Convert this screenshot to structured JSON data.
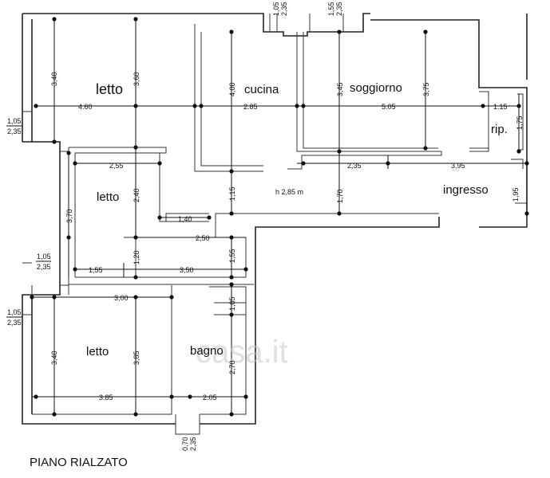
{
  "rooms": {
    "letto_top": "letto",
    "cucina": "cucina",
    "soggiorno": "soggiorno",
    "letto_mid": "letto",
    "ingresso": "ingresso",
    "rip": "rip.",
    "letto_bottom": "letto",
    "bagno": "bagno"
  },
  "height_note": "h 2,85 m",
  "floor_label": "PIANO RIALZATO",
  "watermark": "casa.it",
  "dimensions": {
    "w_460": "4.60",
    "w_285": "2.85",
    "w_505": "5.05",
    "w_115": "1.15",
    "h_340_top": "3,40",
    "h_360": "3,60",
    "h_400": "4,00",
    "h_345": "3,45",
    "h_375": "3,75",
    "h_175": "1,75",
    "w_255": "2,55",
    "w_235": "2,35",
    "w_395": "3,95",
    "h_370": "3,70",
    "h_240": "2,40",
    "h_115": "1,15",
    "h_170": "1,70",
    "h_195": "1,95",
    "w_140": "1,40",
    "w_250": "2,50",
    "h_120": "1,20",
    "h_155": "1,55",
    "w_155": "1,55",
    "w_350": "3,50",
    "w_300": "3,00",
    "h_105": "1,05",
    "h_340_bottom": "3,40",
    "h_385": "3,85",
    "h_270": "2,70",
    "w_385": "3.85",
    "w_205": "2.05",
    "win_left_1a": "1,05",
    "win_left_1b": "2,35",
    "win_left_2a": "1,05",
    "win_left_2b": "2,35",
    "win_left_3a": "1,05",
    "win_left_3b": "2,35",
    "win_top_1a": "1,05",
    "win_top_1b": "2,35",
    "win_top_2a": "1,55",
    "win_top_2b": "2,35",
    "win_bottom_a": "0,70",
    "win_bottom_b": "2,35"
  }
}
